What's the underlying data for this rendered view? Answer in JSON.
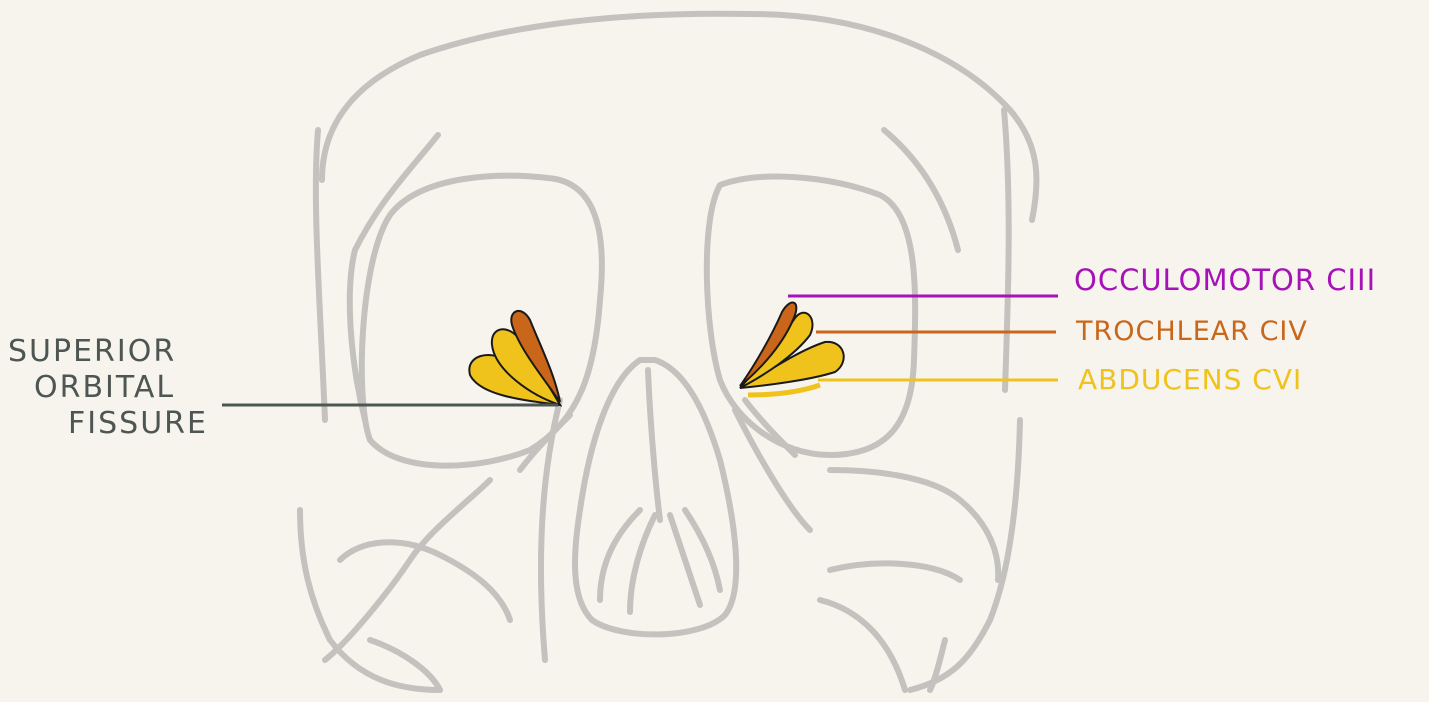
{
  "labels": {
    "superior_orbital_fissure": [
      "SUPERIOR",
      "ORBITAL",
      "FISSURE"
    ],
    "occulomotor": "OCCULOMOTOR CIII",
    "trochlear": "TROCHLEAR CIV",
    "abducens": "ABDUCENS CVI"
  },
  "colors": {
    "background": "#f7f4ee",
    "skull_outline": "#c4c2be",
    "occulomotor": "#a612b8",
    "trochlear": "#c9661a",
    "abducens": "#f0c21c",
    "fissure_label": "#4d5653"
  }
}
